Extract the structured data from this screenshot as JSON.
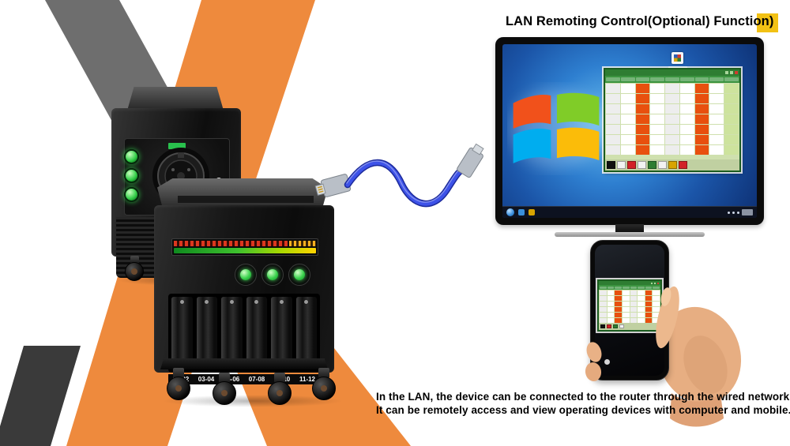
{
  "title": {
    "text": "LAN Remoting Control(Optional) Function)"
  },
  "caption": {
    "line1": "In the LAN, the device can be connected to the router through the wired network.",
    "line2": "It can be remotely access and view operating devices with computer and mobile."
  },
  "devices": {
    "front_controller": {
      "slot_labels": [
        "01-02",
        "03-04",
        "05-06",
        "07-08",
        "09-10",
        "11-12"
      ]
    }
  },
  "colors": {
    "x_orange": "#ee8a3d",
    "x_gray": "#6e6e6e",
    "x_dark": "#3a3a3a",
    "cable_blue": "#3d52e8",
    "highlight_yellow": "#f2c114"
  },
  "monitor_app": {
    "frame": "#1c5c20",
    "titlebar": "#2e7d32",
    "header": "#3b9440",
    "bg": "#cfe0ae",
    "rows": 7,
    "columns": [
      "#ededed",
      "#ffffff",
      "#e8500e",
      "#ffffff",
      "#ededed",
      "#ffffff",
      "#e8500e",
      "#ffffff",
      "#cde39d"
    ],
    "toolbar": [
      "#111111",
      "#f2f2f2",
      "#d22127",
      "#f2f2f2",
      "#2f7d32",
      "#f2f2f2",
      "#d8a400",
      "#d22127"
    ]
  },
  "phone_app": {
    "frame": "#1c5c20",
    "titlebar": "#2e7d32",
    "header": "#3b9440",
    "bg": "#cfe0ae",
    "rows": 6,
    "columns": [
      "#ededed",
      "#ffffff",
      "#e8500e",
      "#ffffff",
      "#ededed",
      "#ffffff",
      "#e8500e",
      "#ffffff"
    ],
    "toolbar": [
      "#111111",
      "#d22127",
      "#2f7d32",
      "#f2f2f2"
    ]
  }
}
